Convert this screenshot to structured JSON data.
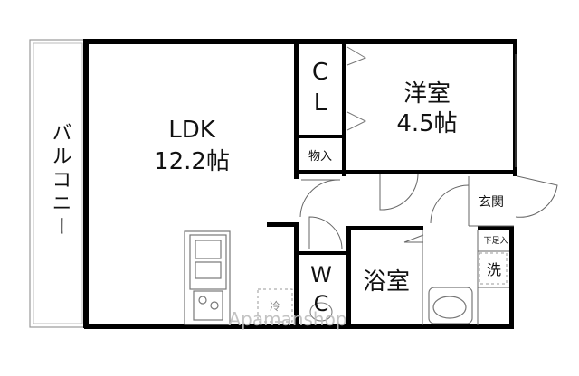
{
  "rooms": {
    "balcony": "バルコニー",
    "ldk_name": "LDK",
    "ldk_size": "12.2帖",
    "closet": {
      "top": "C",
      "bottom": "L"
    },
    "western_name": "洋室",
    "western_size": "4.5帖",
    "storage": "物入",
    "entrance": "玄関",
    "shoe_box": "下足入",
    "wc": {
      "top": "W",
      "bottom": "C"
    },
    "bathroom": "浴室",
    "washer": "洗",
    "fridge": "冷"
  },
  "watermark": "Apamanshop"
}
